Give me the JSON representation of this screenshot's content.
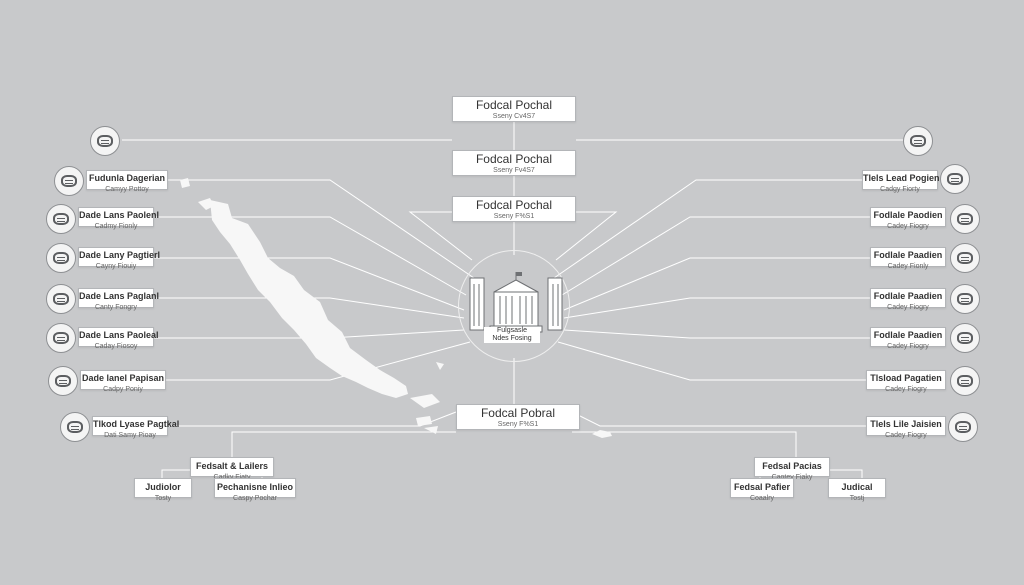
{
  "center": {
    "top1": {
      "title": "Fodcal Pochal",
      "sub": "Sseny Cv4S7"
    },
    "top2": {
      "title": "Fodcal Pochal",
      "sub": "Sseny Fv4S7"
    },
    "top3": {
      "title": "Fodcal Pochal",
      "sub": "Sseny F%S1"
    },
    "bottom": {
      "title": "Fodcal Pobral",
      "sub": "Sseny F%S1"
    }
  },
  "hub": {
    "label1": "Fulgsasle",
    "label2": "Ndes Fosing"
  },
  "left": [
    {
      "title": "Fudunla Dagerian",
      "sub": "Camyy Pottoy"
    },
    {
      "title": "Dade Lans Paolenl",
      "sub": "Cadmy Fionly"
    },
    {
      "title": "Dade Lany Pagtierl",
      "sub": "Cayny Fiouiy"
    },
    {
      "title": "Dade Lans Paglanl",
      "sub": "Canty Fongry"
    },
    {
      "title": "Dade Lans Paoleal",
      "sub": "Caday Fiosoy"
    },
    {
      "title": "Dade lanel Papisan",
      "sub": "Cadpy Poniy"
    },
    {
      "title": "Tlkod Lyase Pagtkal",
      "sub": "Dati Samy Pioay"
    }
  ],
  "right": [
    {
      "title": "Tlels Lead Pogien",
      "sub": "Cadgy Fiorty"
    },
    {
      "title": "Fodlale Paodien",
      "sub": "Cadey Fiogry"
    },
    {
      "title": "Fodlale Paadien",
      "sub": "Cadey Fionly"
    },
    {
      "title": "Fodlale Paadien",
      "sub": "Cadey Fiogry"
    },
    {
      "title": "Fodlale Paadien",
      "sub": "Cadey Fiogry"
    },
    {
      "title": "Tlsload Pagatien",
      "sub": "Cadey Fiogry"
    },
    {
      "title": "Tlels Lile Jaisien",
      "sub": "Cadey Fiogry"
    }
  ],
  "bottom_left": {
    "parent": {
      "title": "Fedsalt & Lailers",
      "sub": "Cadky Fiaty"
    },
    "a": {
      "title": "Judiolor",
      "sub": "Tosty"
    },
    "b": {
      "title": "Pechanisne Inlieo",
      "sub": "Caspy Pochar"
    }
  },
  "bottom_right": {
    "parent": {
      "title": "Fedsal Pacias",
      "sub": "Caotey Fiaky"
    },
    "a": {
      "title": "Fedsal Pafier",
      "sub": "Coaalry"
    },
    "b": {
      "title": "Judical",
      "sub": "Tostj"
    }
  },
  "colors": {
    "background": "#c8c9cb",
    "line": "#ffffff",
    "box": "#ffffff",
    "border": "#b3b5b8"
  },
  "icons": {
    "side_node": "badge-icon",
    "hub": "government-building-icon",
    "map": "island-map-icon"
  }
}
